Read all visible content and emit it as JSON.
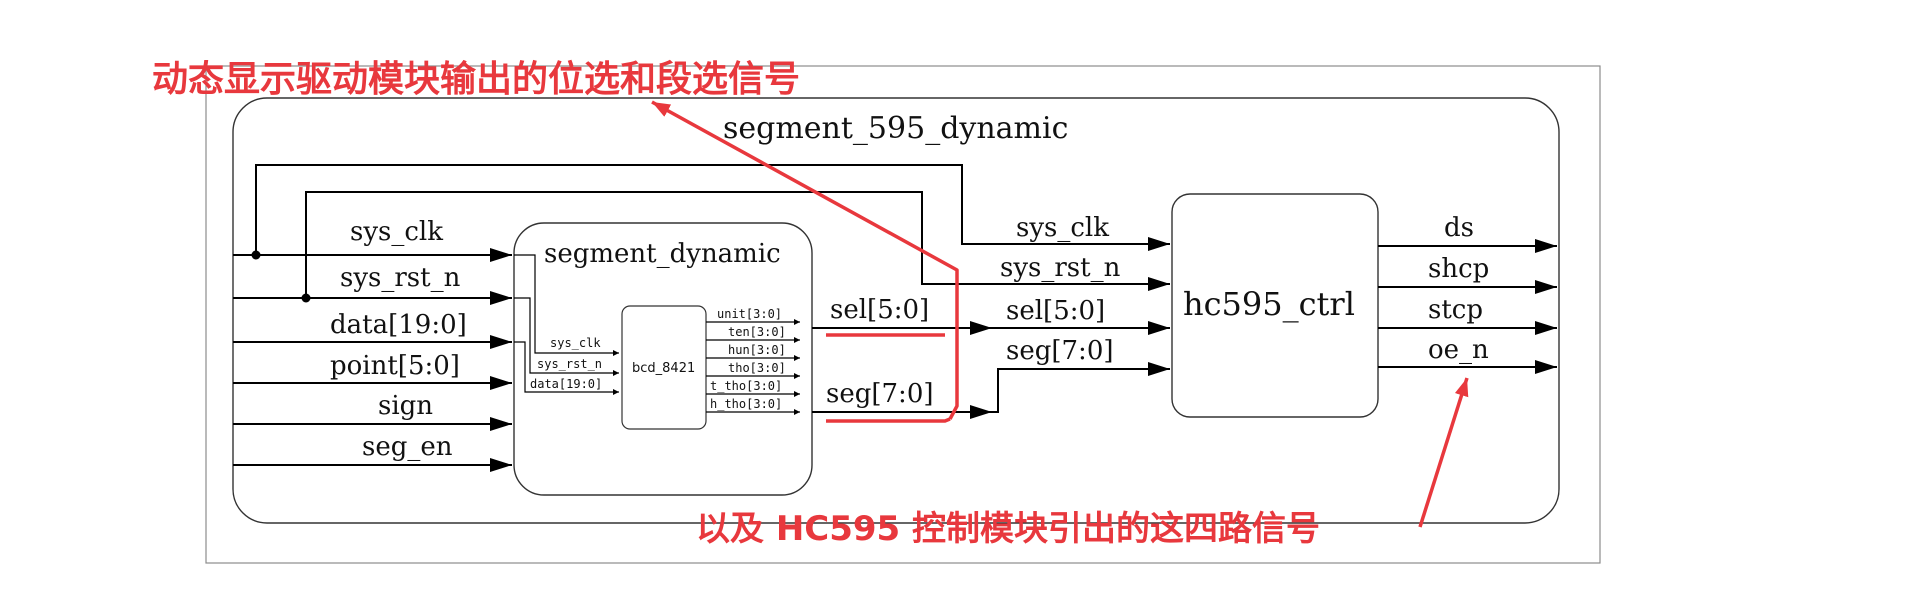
{
  "annotations": {
    "top": "动态显示驱动模块输出的位选和段选信号",
    "bottom": "以及 HC595 控制模块引出的这四路信号"
  },
  "top_module": {
    "name": "segment_595_dynamic"
  },
  "inputs": [
    "sys_clk",
    "sys_rst_n",
    "data[19:0]",
    "point[5:0]",
    "sign",
    "seg_en"
  ],
  "segment_dynamic": {
    "name": "segment_dynamic",
    "outputs": [
      "sel[5:0]",
      "seg[7:0]"
    ]
  },
  "bcd_8421": {
    "name": "bcd_8421",
    "inputs": [
      "sys_clk",
      "sys_rst_n",
      "data[19:0]"
    ],
    "outputs": [
      "unit[3:0]",
      "ten[3:0]",
      "hun[3:0]",
      "tho[3:0]",
      "t_tho[3:0]",
      "h_tho[3:0]"
    ]
  },
  "hc595_ctrl": {
    "name": "hc595_ctrl",
    "inputs": [
      "sys_clk",
      "sys_rst_n",
      "sel[5:0]",
      "seg[7:0]"
    ],
    "outputs": [
      "ds",
      "shcp",
      "stcp",
      "oe_n"
    ]
  },
  "colors": {
    "annotation": "#e8383d",
    "wire": "#000000",
    "box": "#333333",
    "frame": "#8c8c8c"
  }
}
